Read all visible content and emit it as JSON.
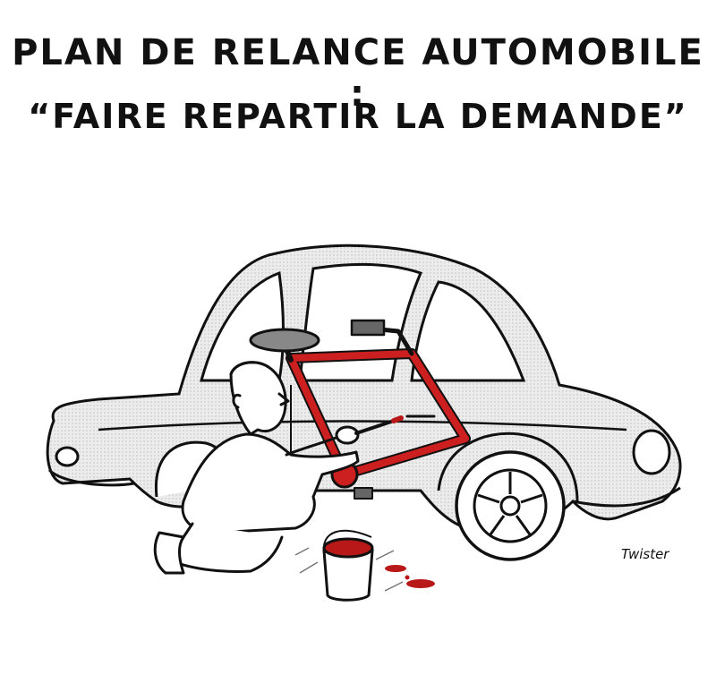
{
  "cartoon": {
    "title_line1": "Plan de relance automobile :",
    "title_line2": "“faire repartir la demande”",
    "signature": "Twister"
  },
  "colors": {
    "car_body": "#e6e6e6",
    "bike_frame": "#cc1f1f",
    "ink": "#111111",
    "paint": "#b81818"
  }
}
